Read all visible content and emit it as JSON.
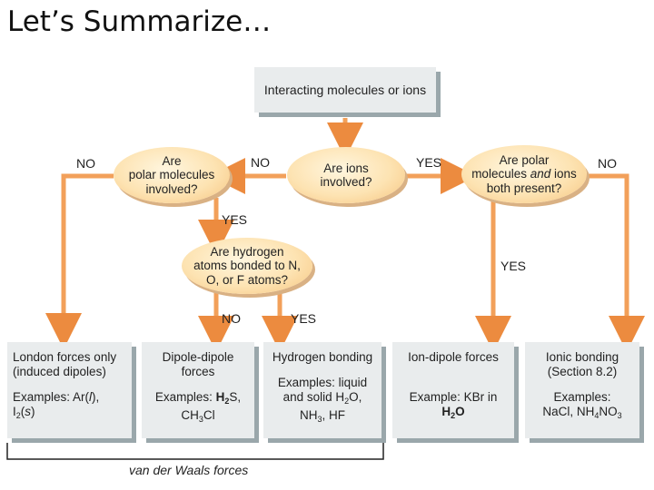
{
  "slide_title": "Let’s Summarize…",
  "top_box": "Interacting molecules or ions",
  "questions": {
    "ions": [
      "Are ions",
      "involved?"
    ],
    "polar": [
      "Are",
      "polar molecules",
      "involved?"
    ],
    "polar_and_ions": [
      "Are polar",
      "molecules",
      "and",
      "ions",
      "both present?"
    ],
    "hydrogen": [
      "Are hydrogen",
      "atoms bonded to N,",
      "O, or F atoms?"
    ]
  },
  "answers": {
    "yes": "YES",
    "no": "NO"
  },
  "results": {
    "london": {
      "heading": [
        "London forces only",
        "(induced dipoles)"
      ],
      "example_prefix": "Examples: Ar(",
      "l": "l",
      "mid": "),",
      "s_pre": "I",
      "s_sub": "2",
      "s_open": "(",
      "s": "s",
      "s_close": ")"
    },
    "dipole": {
      "heading": [
        "Dipole-dipole",
        "forces"
      ],
      "ex_label": "Examples:",
      "h": "H",
      "h_sub": "2",
      "s": "S,",
      "ch": "CH",
      "ch_sub": "3",
      "cl": "Cl"
    },
    "hbond": {
      "heading": "Hydrogen bonding",
      "line1": "Examples: liquid",
      "line2a": "and solid H",
      "sub2": "2",
      "line2b": "O,",
      "nh": "NH",
      "nh_sub": "3",
      "hf": ", HF"
    },
    "iondipole": {
      "heading": "Ion-dipole forces",
      "line1": "Example: KBr in",
      "h": "H",
      "h_sub": "2",
      "o": "O"
    },
    "ionic": {
      "heading": [
        "Ionic bonding",
        "(Section 8.2)"
      ],
      "line1": "Examples:",
      "nacl": "NaCl, NH",
      "sub4": "4",
      "no": "NO",
      "sub3": "3"
    }
  },
  "bracket_label": "van der Waals forces",
  "colors": {
    "arrow": "#f2a05a",
    "arrow_dark": "#e07a2a",
    "box": "#e9eced",
    "box_shadow": "#9aa7ab"
  }
}
